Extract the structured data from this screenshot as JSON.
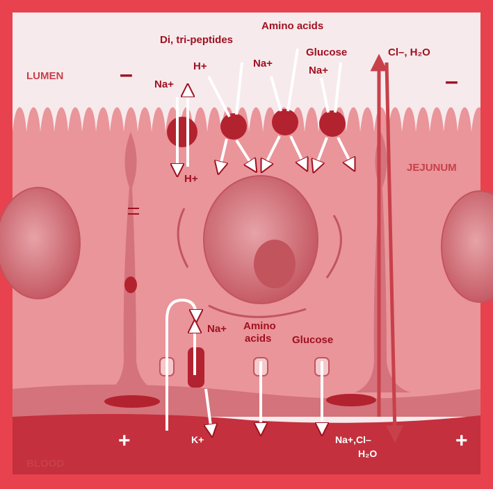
{
  "regions": {
    "lumen": "LUMEN",
    "jejunum": "JEJUNUM",
    "blood": "BLOOD"
  },
  "charges": {
    "lumen_left": "–",
    "lumen_right": "–",
    "blood_left": "+",
    "blood_right": "+"
  },
  "apical_labels": {
    "di_tri_peptides": "Di, tri-peptides",
    "amino_acids": "Amino acids",
    "glucose": "Glucose",
    "cl_h2o": "Cl–, H₂O",
    "h_plus_top": "H+",
    "na_plus_left": "Na+",
    "na_plus_mid": "Na+",
    "na_plus_right": "Na+",
    "h_plus_bottom": "H+"
  },
  "basolateral_labels": {
    "na_plus": "Na+",
    "amino_acids_line1": "Amino",
    "amino_acids_line2": "acids",
    "glucose": "Glucose",
    "k_plus": "K+",
    "na_cl_line1": "Na+,Cl–",
    "na_cl_line2": "H₂O"
  },
  "colors": {
    "border": "#e8424f",
    "lumen_bg": "#f6eaec",
    "cell": "#e9959a",
    "cell_dark": "#d4737b",
    "blood": "#c4303d",
    "transporter": "#b3222f",
    "label": "#a01020"
  }
}
